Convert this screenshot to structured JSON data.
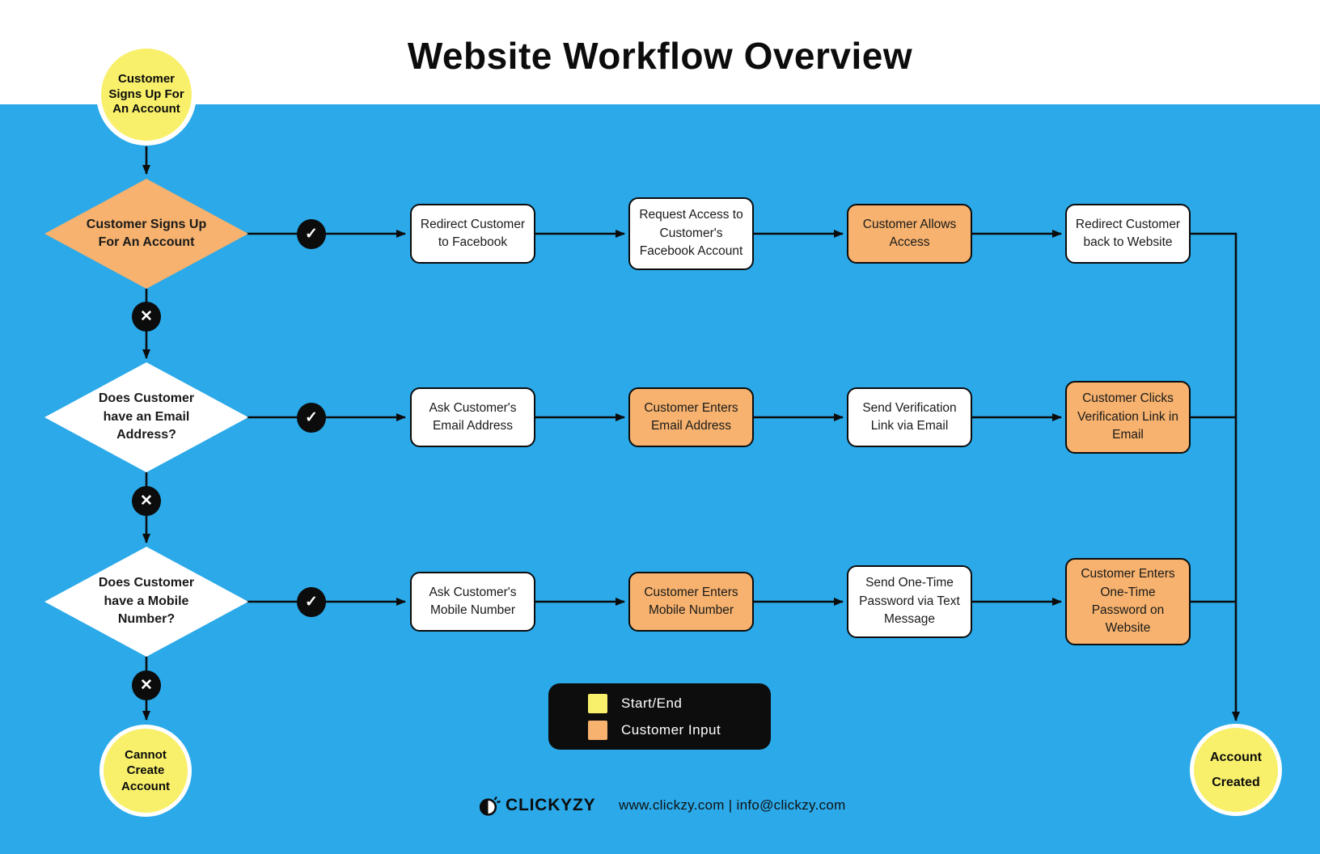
{
  "title": "Website Workflow Overview",
  "nodes": {
    "start": "Customer Signs Up For An Account",
    "fail_end": "Cannot Create Account",
    "success_end_line1": "Account",
    "success_end_line2": "Created"
  },
  "decisions": [
    {
      "label": "Customer Signs Up For An Account"
    },
    {
      "label": "Does Customer have an Email Address?"
    },
    {
      "label": "Does Customer have a Mobile Number?"
    }
  ],
  "steps": [
    [
      {
        "label": "Redirect Customer to Facebook"
      },
      {
        "label": "Request Access to Customer's Facebook Account"
      },
      {
        "label": "Customer Allows Access"
      },
      {
        "label": "Redirect Customer back to Website"
      }
    ],
    [
      {
        "label": "Ask Customer's Email Address"
      },
      {
        "label": "Customer Enters Email Address"
      },
      {
        "label": "Send Verification Link via Email"
      },
      {
        "label": "Customer Clicks Verification Link in Email"
      }
    ],
    [
      {
        "label": "Ask Customer's Mobile Number"
      },
      {
        "label": "Customer Enters Mobile Number"
      },
      {
        "label": "Send One-Time Password via Text Message"
      },
      {
        "label": "Customer Enters One-Time Password on Website"
      }
    ]
  ],
  "badges": {
    "yes": "✓",
    "no": "✕"
  },
  "legend": {
    "items": [
      {
        "label": "Start/End",
        "color": "#F8F06B"
      },
      {
        "label": "Customer Input",
        "color": "#F6B26E"
      }
    ]
  },
  "footer": {
    "brand": "CLICKYZY",
    "contact": "www.clickzy.com | info@clickzy.com"
  },
  "colors": {
    "background": "#2BA9E9",
    "start_end": "#F8F06B",
    "customer_input": "#F6B26E",
    "line": "#0c0c0c",
    "panel": "#0d0d0d"
  }
}
